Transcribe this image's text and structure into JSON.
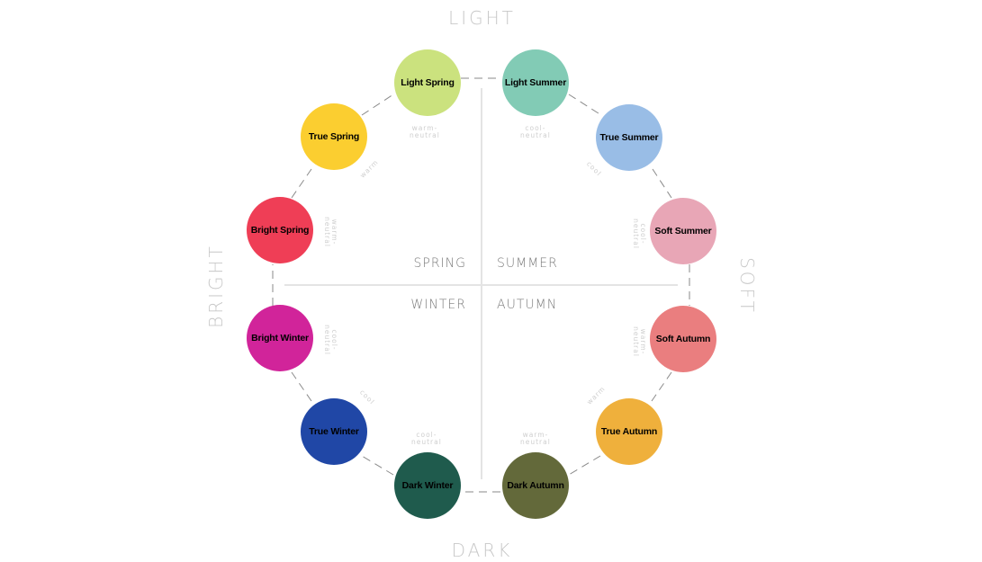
{
  "axes": {
    "top": "LIGHT",
    "bottom": "DARK",
    "left": "BRIGHT",
    "right": "SOFT"
  },
  "quadrants": {
    "top_left": "SPRING",
    "top_right": "SUMMER",
    "bottom_left": "WINTER",
    "bottom_right": "AUTUMN"
  },
  "seasons": [
    {
      "name": "Light Spring",
      "color": "#cbe27e",
      "temperature": "warm-\nneutral"
    },
    {
      "name": "Light Summer",
      "color": "#82cbb5",
      "temperature": "cool-\nneutral"
    },
    {
      "name": "True Summer",
      "color": "#99bde6",
      "temperature": "cool"
    },
    {
      "name": "Soft Summer",
      "color": "#e8a6b6",
      "temperature": "cool-\nneutral"
    },
    {
      "name": "Soft Autumn",
      "color": "#ea7e7f",
      "temperature": "warm-\nneutral"
    },
    {
      "name": "True Autumn",
      "color": "#efb03c",
      "temperature": "warm"
    },
    {
      "name": "Dark Autumn",
      "color": "#63693a",
      "temperature": "warm-\nneutral"
    },
    {
      "name": "Dark Winter",
      "color": "#1f5b4d",
      "temperature": "cool-\nneutral"
    },
    {
      "name": "True Winter",
      "color": "#2047a6",
      "temperature": "cool"
    },
    {
      "name": "Bright Winter",
      "color": "#d1249a",
      "temperature": "cool-\nneutral"
    },
    {
      "name": "Bright Spring",
      "color": "#ef3e56",
      "temperature": "warm-\nneutral"
    },
    {
      "name": "True Spring",
      "color": "#fbce30",
      "temperature": "warm"
    }
  ]
}
